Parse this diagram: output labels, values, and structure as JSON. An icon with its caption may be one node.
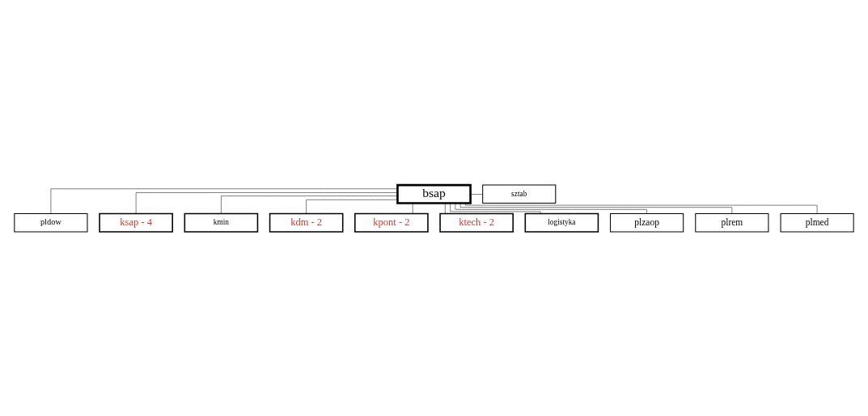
{
  "diagram": {
    "nodes": [
      {
        "text": [
          "bsap"
        ]
      },
      {
        "text": [
          "sztab"
        ]
      },
      {
        "text": [
          "pldow"
        ]
      },
      {
        "text": [
          "ksap - 4"
        ]
      },
      {
        "text": [
          "kmin"
        ]
      },
      {
        "text": [
          "kdm - 2"
        ]
      },
      {
        "text": [
          "kpont - 2"
        ]
      },
      {
        "text": [
          "ktech - 2"
        ]
      },
      {
        "text": [
          "logistyka"
        ]
      },
      {
        "text": [
          "plzaop"
        ]
      },
      {
        "text": [
          "plrem"
        ]
      },
      {
        "text": [
          "plmed"
        ]
      }
    ],
    "edges": [
      {
        "from": 0,
        "to": 1,
        "arrow": "none"
      },
      {
        "from": 0,
        "to": 2,
        "arrow": "none"
      },
      {
        "from": 0,
        "to": 3,
        "arrow": "none"
      },
      {
        "from": 0,
        "to": 4,
        "arrow": "none"
      },
      {
        "from": 0,
        "to": 5,
        "arrow": "none"
      },
      {
        "from": 0,
        "to": 6,
        "arrow": "none"
      },
      {
        "from": 0,
        "to": 7,
        "arrow": "none"
      },
      {
        "from": 0,
        "to": 8,
        "arrow": "none"
      },
      {
        "from": 0,
        "to": 9,
        "arrow": "none"
      },
      {
        "from": 0,
        "to": 10,
        "arrow": "none"
      },
      {
        "from": 0,
        "to": 11,
        "arrow": "none"
      }
    ]
  }
}
